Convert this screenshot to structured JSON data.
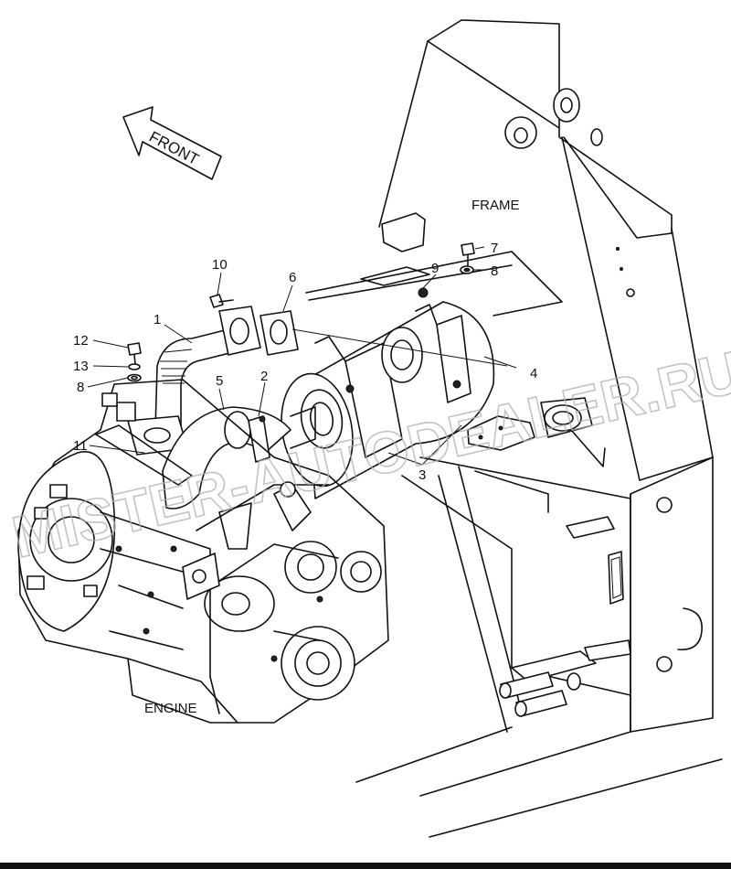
{
  "labels": {
    "front": "FRONT",
    "frame": "FRAME",
    "engine": "ENGINE"
  },
  "callouts": {
    "c1": "1",
    "c2": "2",
    "c3": "3",
    "c4": "4",
    "c5": "5",
    "c6": "6",
    "c7": "7",
    "c8a": "8",
    "c8b": "8",
    "c9": "9",
    "c10": "10",
    "c11": "11",
    "c12": "12",
    "c13": "13"
  },
  "watermark": "MISTER-AUTODEALER.RU",
  "colors": {
    "line": "#111111",
    "background": "#ffffff",
    "watermark": "#b0b0b0"
  }
}
